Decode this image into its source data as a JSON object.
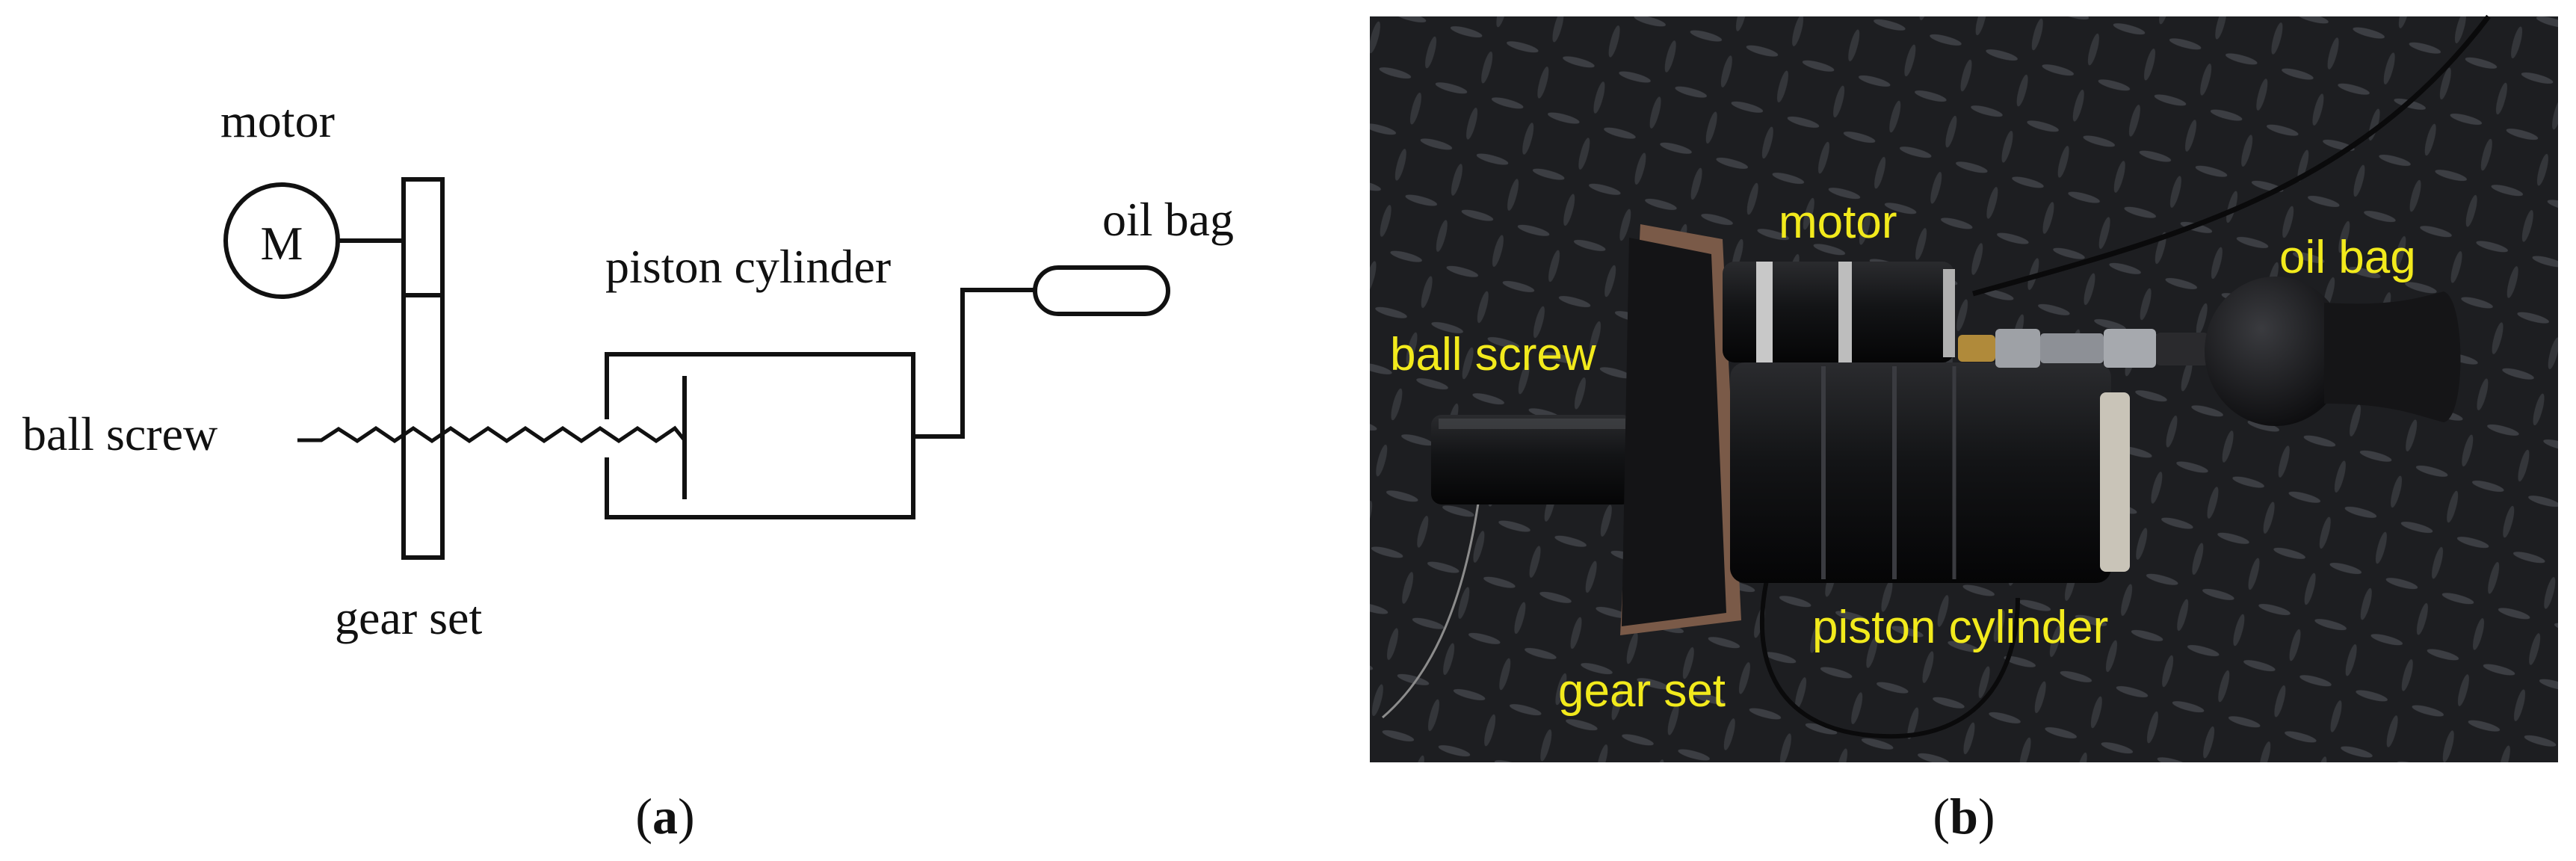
{
  "panel_a": {
    "caption_open": "(",
    "caption_letter": "a",
    "caption_close": ")",
    "labels": {
      "motor": "motor",
      "motor_symbol": "M",
      "piston_cylinder": "piston cylinder",
      "oil_bag": "oil bag",
      "ball_screw": "ball screw",
      "gear_set": "gear set"
    }
  },
  "panel_b": {
    "caption_open": "(",
    "caption_letter": "b",
    "caption_close": ")",
    "labels": {
      "motor": "motor",
      "oil_bag": "oil bag",
      "ball_screw": "ball screw",
      "piston_cylinder": "piston cylinder",
      "gear_set": "gear set"
    },
    "label_color": "#f2ea1c"
  }
}
